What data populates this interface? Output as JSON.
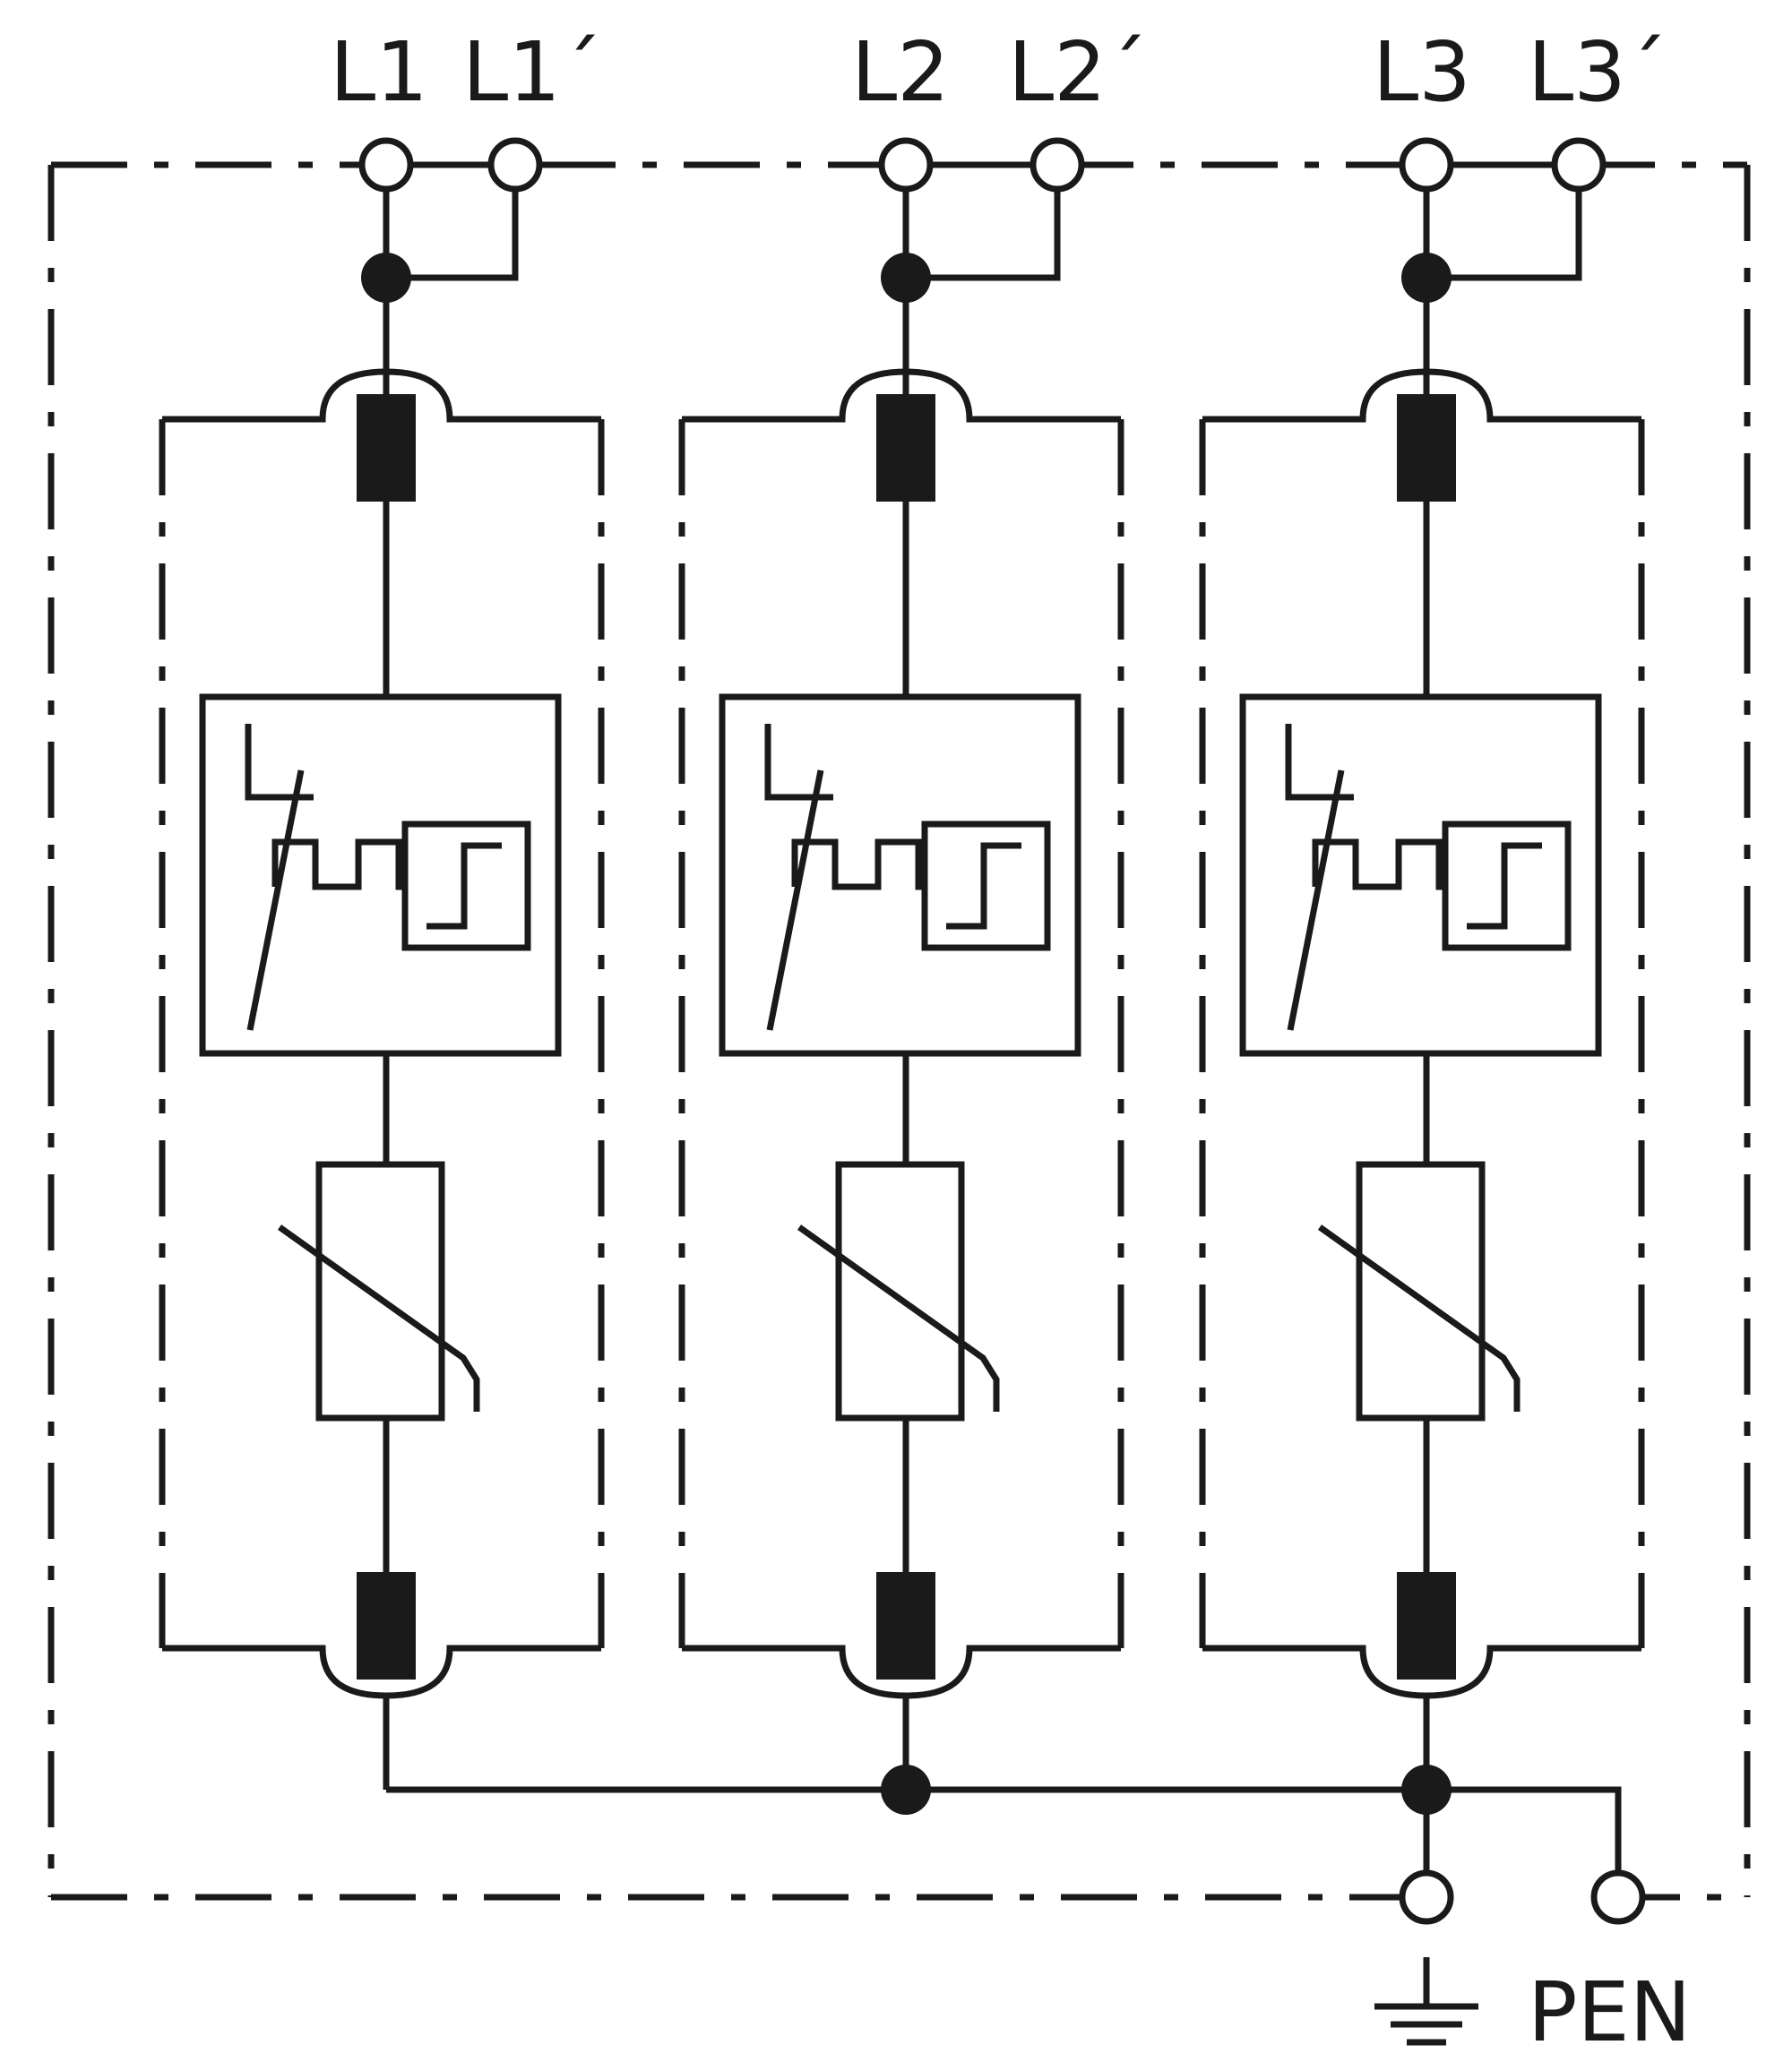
{
  "labels": {
    "l1": "L1",
    "l1p": "L1´",
    "l2": "L2",
    "l2p": "L2´",
    "l3": "L3",
    "l3p": "L3´",
    "pen": "PEN"
  },
  "colors": {
    "stroke": "#1a1a1a",
    "background": "#ffffff"
  },
  "icons": {
    "ground": "ground-icon",
    "terminal": "terminal-circle-icon",
    "junction": "junction-dot-icon",
    "varistor": "varistor-icon",
    "spark_gap": "spark-gap-icon",
    "thermal_disconnector": "thermal-disconnector-icon"
  }
}
